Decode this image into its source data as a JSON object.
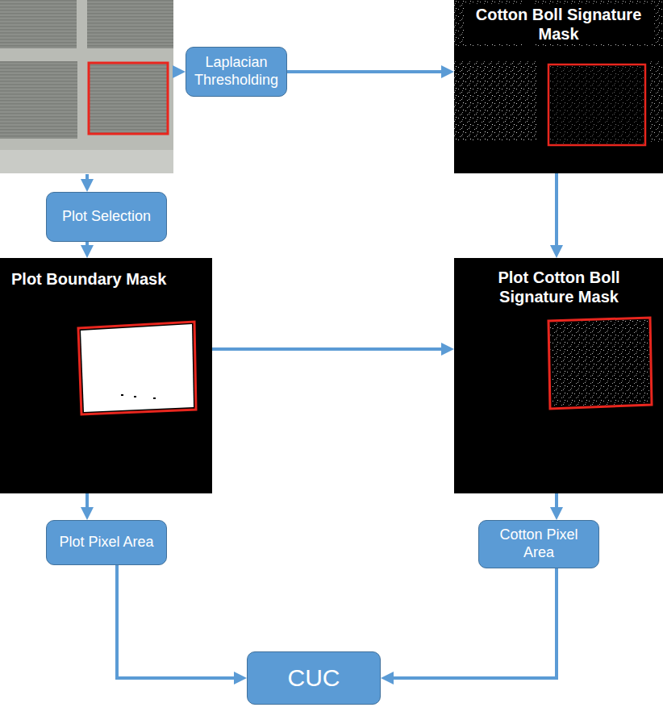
{
  "diagram": {
    "nodes": [
      {
        "text": [
          "Laplacian Thresholding"
        ]
      },
      {
        "text": [
          "Cotton Boll Signature Mask"
        ]
      },
      {
        "text": [
          "Plot Selection"
        ]
      },
      {
        "text": [
          "Plot Boundary Mask"
        ]
      },
      {
        "text": [
          "Plot Cotton Boll Signature Mask"
        ]
      },
      {
        "text": [
          "Plot Pixel Area"
        ]
      },
      {
        "text": [
          "Cotton Pixel Area"
        ]
      },
      {
        "text": [
          "CUC"
        ]
      }
    ],
    "edges": [
      {
        "from": 0,
        "to": 1,
        "arrow": "to"
      },
      {
        "from": 1,
        "to": 4,
        "arrow": "to"
      },
      {
        "from": 2,
        "to": 3,
        "arrow": "to"
      },
      {
        "from": 3,
        "to": 4,
        "arrow": "to"
      },
      {
        "from": 3,
        "to": 5,
        "arrow": "to"
      },
      {
        "from": 4,
        "to": 6,
        "arrow": "to"
      },
      {
        "from": 5,
        "to": 7,
        "arrow": "to"
      },
      {
        "from": 6,
        "to": 7,
        "arrow": "to"
      }
    ]
  }
}
